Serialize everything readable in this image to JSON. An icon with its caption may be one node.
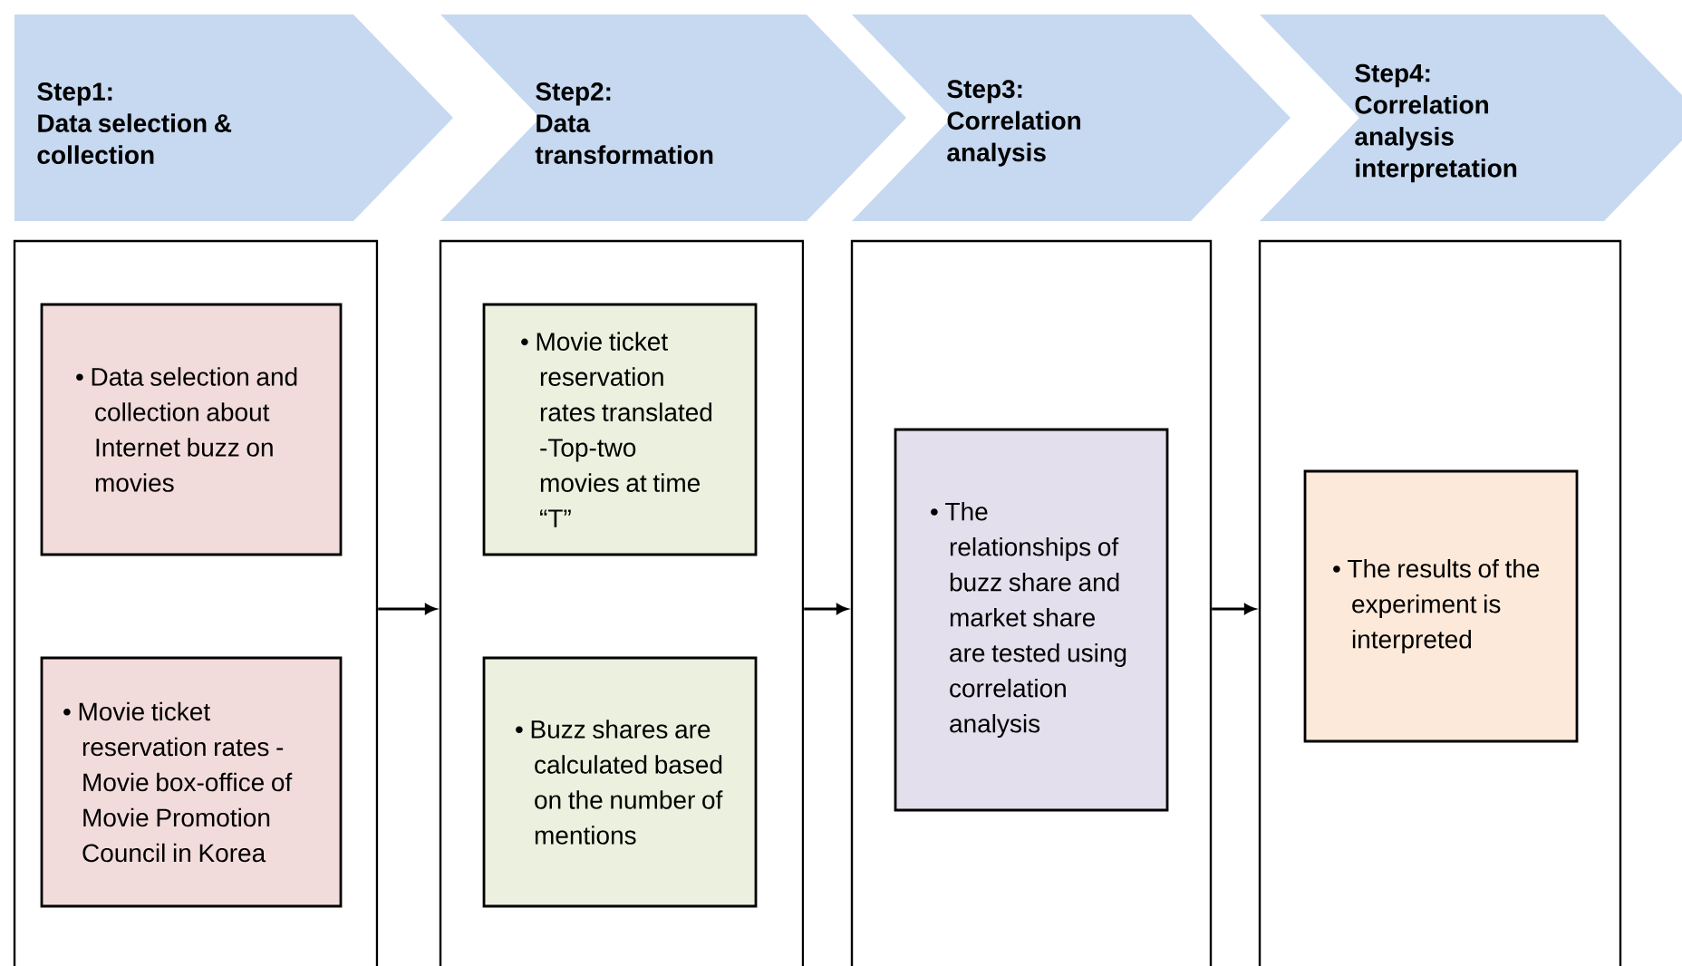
{
  "diagram": {
    "nodes": [
      {
        "text": [
          "Step1:",
          "Data selection & collection"
        ]
      },
      {
        "text": [
          "Step2:",
          "Data transformation"
        ]
      },
      {
        "text": [
          "Step3:",
          "Correlation analysis"
        ]
      },
      {
        "text": [
          "Step4:",
          "Correlation analysis interpretation"
        ]
      },
      {
        "text": [],
        "shape": "box"
      },
      {
        "text": [
          "• Data selection and collection about Internet buzz on movies"
        ],
        "in": 4
      },
      {
        "text": [
          "• Movie ticket reservation rates - Movie box-office of Movie Promotion Council in Korea"
        ],
        "in": 4
      },
      {
        "text": [],
        "shape": "box"
      },
      {
        "text": [
          "• Movie ticket reservation rates translated -Top-two movies at time “T”"
        ],
        "in": 7
      },
      {
        "text": [
          "• Buzz shares are calculated based on the number of mentions"
        ],
        "in": 7
      },
      {
        "text": [],
        "shape": "box"
      },
      {
        "text": [
          "• The relationships of buzz share and market share are tested using correlation analysis"
        ],
        "in": 10
      },
      {
        "text": [],
        "shape": "box"
      },
      {
        "text": [
          "• The results of the experiment is interpreted"
        ],
        "in": 12
      }
    ],
    "edges": [
      {
        "from": 4,
        "to": 7,
        "arrow": "to"
      },
      {
        "from": 7,
        "to": 10,
        "arrow": "to"
      },
      {
        "from": 10,
        "to": 12,
        "arrow": "to"
      }
    ]
  }
}
